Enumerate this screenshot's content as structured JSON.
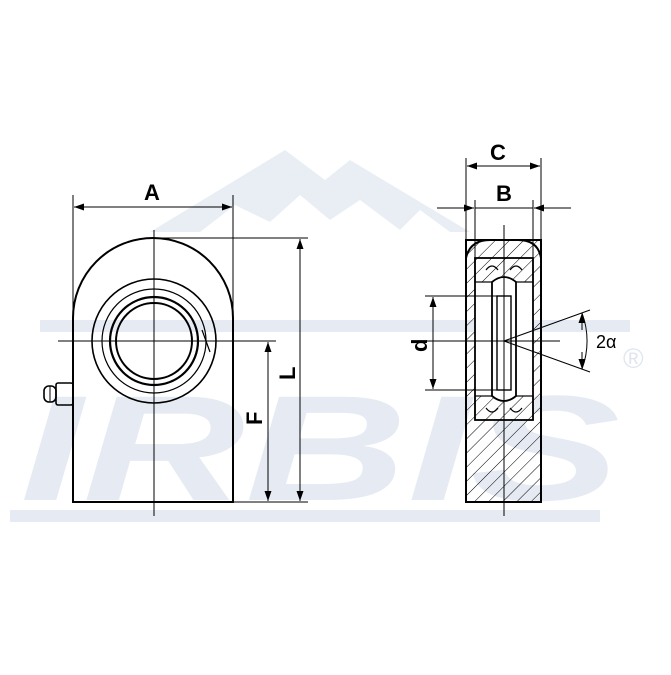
{
  "watermark": {
    "brand": "IRBIS",
    "registered_mark": "®",
    "color": "#e6ebf3"
  },
  "dimensions": {
    "A": "A",
    "C": "C",
    "B": "B",
    "d": "d",
    "F": "F",
    "L": "L",
    "angle": "2α"
  },
  "colors": {
    "line": "#000000",
    "watermark_light": "#e8edf4"
  }
}
